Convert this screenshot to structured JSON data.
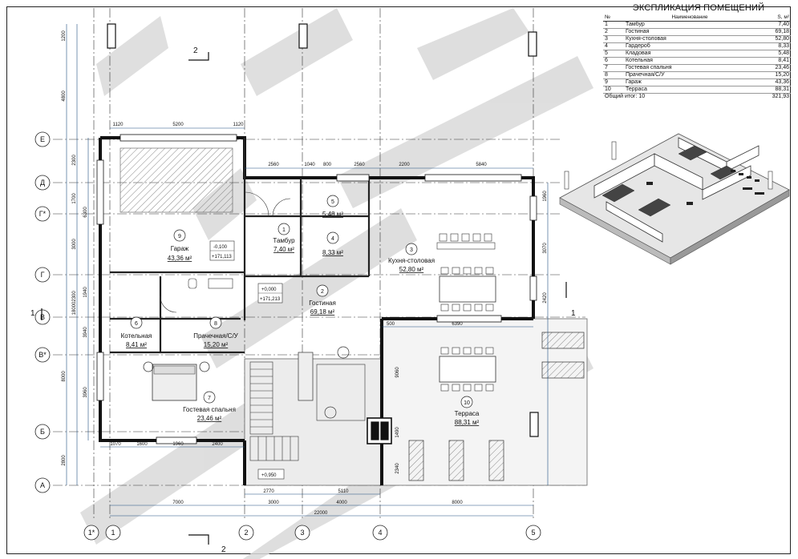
{
  "legend": {
    "title": "ЭКСПЛИКАЦИЯ ПОМЕЩЕНИЙ",
    "headers": {
      "num": "№",
      "name": "Наименование",
      "area": "S, м²"
    },
    "rows": [
      {
        "num": "1",
        "name": "Тамбур",
        "area": "7,40"
      },
      {
        "num": "2",
        "name": "Гостиная",
        "area": "69,18"
      },
      {
        "num": "3",
        "name": "Кухня-столовая",
        "area": "52,80"
      },
      {
        "num": "4",
        "name": "Гардероб",
        "area": "8,33"
      },
      {
        "num": "5",
        "name": "Кладовая",
        "area": "5,48"
      },
      {
        "num": "6",
        "name": "Котельная",
        "area": "8,41"
      },
      {
        "num": "7",
        "name": "Гостевая спальня",
        "area": "23,46"
      },
      {
        "num": "8",
        "name": "Прачечная/С/У",
        "area": "15,20"
      },
      {
        "num": "9",
        "name": "Гараж",
        "area": "43,36"
      },
      {
        "num": "10",
        "name": "Терраса",
        "area": "88,31"
      }
    ],
    "total_label": "Общий итог: 10",
    "total_area": "321,93"
  },
  "rooms": {
    "r1": {
      "num": "1",
      "name": "Тамбур",
      "area": "7,40 м²"
    },
    "r2": {
      "num": "2",
      "name": "Гостиная",
      "area": "69,18 м²"
    },
    "r3": {
      "num": "3",
      "name": "Кухня-столовая",
      "area": "52,80 м²"
    },
    "r4": {
      "num": "4",
      "area": "8,33 м²"
    },
    "r5": {
      "num": "5",
      "area": "5,48 м²"
    },
    "r6": {
      "num": "6",
      "name": "Котельная",
      "area": "8,41 м²"
    },
    "r7": {
      "num": "7",
      "name": "Гостевая спальня",
      "area": "23,46 м²"
    },
    "r8": {
      "num": "8",
      "name": "Прачечная/С/У",
      "area": "15,20 м²"
    },
    "r9": {
      "num": "9",
      "name": "Гараж",
      "area": "43,36 м²"
    },
    "r10": {
      "num": "10",
      "name": "Терраса",
      "area": "88,31 м²"
    }
  },
  "axes": {
    "rows": [
      "Е",
      "Д",
      "Г*",
      "Г",
      "В",
      "В*",
      "Б",
      "А"
    ],
    "cols": [
      "1*",
      "1",
      "2",
      "3",
      "4",
      "5"
    ]
  },
  "levels": {
    "garage_a": "-0,100",
    "garage_b": "+171,113",
    "hall_a": "+0,000",
    "hall_b": "+171,213",
    "porch": "+0,950"
  },
  "sections": {
    "top": "2",
    "bottom": "2",
    "left": "1",
    "right": "1"
  },
  "dims": {
    "top_row": [
      "1120",
      "5200",
      "1120"
    ],
    "mid_row": [
      "2560",
      "1040",
      "800",
      "2560",
      "2200",
      "5840"
    ],
    "terrace_row": [
      "6390"
    ],
    "bottom_row1": [
      "1070",
      "1600",
      "1960",
      "2400"
    ],
    "bottom_row2": [
      "2770",
      "5110"
    ],
    "bottom_row3": [
      "7000",
      "3000",
      "4000",
      "8000"
    ],
    "bottom_total": "22000",
    "left_outer": [
      "1200",
      "4800",
      "18000",
      "8000",
      "2800"
    ],
    "left_inner": [
      "2300",
      "1700",
      "6300",
      "3000",
      "2300",
      "1940",
      "3940",
      "3960"
    ],
    "right": [
      "1960",
      "3070",
      "2420",
      "9060",
      "1490",
      "2340"
    ],
    "misc_small": "500"
  }
}
